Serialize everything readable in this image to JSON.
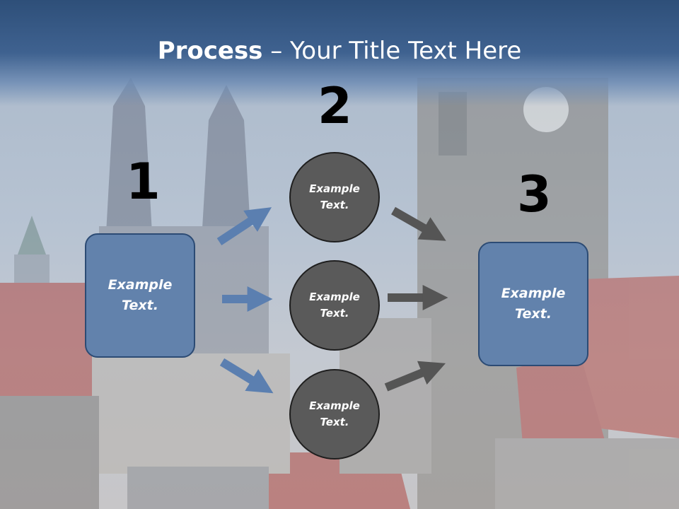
{
  "title": {
    "bold": "Process",
    "rest": " – Your Title Text Here"
  },
  "numbers": {
    "n1": "1",
    "n2": "2",
    "n3": "3"
  },
  "left_box": {
    "line1": "Example",
    "line2": "Text."
  },
  "circles": [
    {
      "line1": "Example",
      "line2": "Text."
    },
    {
      "line1": "Example",
      "line2": "Text."
    },
    {
      "line1": "Example",
      "line2": "Text."
    }
  ],
  "right_box": {
    "line1": "Example",
    "line2": "Text."
  },
  "colors": {
    "blue_shape": "#6282ac",
    "blue_arrow": "#5b7fb0",
    "gray_circle": "#5a5a5a",
    "gray_arrow": "#555555",
    "header": "#3f6290"
  }
}
